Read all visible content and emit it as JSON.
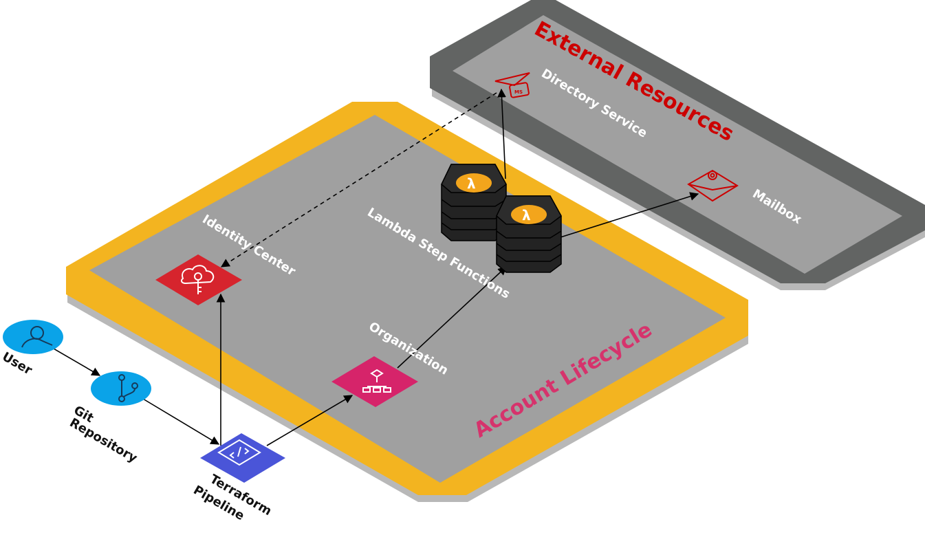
{
  "zones": {
    "external": {
      "title": "External Resources",
      "title_color": "#cc0000"
    },
    "account": {
      "title": "Account Lifecycle",
      "title_color": "#d6336c"
    }
  },
  "nodes": {
    "user": {
      "label": "User",
      "icon": "user-icon"
    },
    "git": {
      "label_1": "Git",
      "label_2": "Repository",
      "icon": "git-icon"
    },
    "pipeline": {
      "label_1": "Terraform",
      "label_2": "Pipeline",
      "icon": "code-pipeline-icon"
    },
    "identity": {
      "label": "Identity Center",
      "icon": "identity-center-icon"
    },
    "organization": {
      "label": "Organization",
      "icon": "organization-icon"
    },
    "lambda": {
      "label": "Lambda Step Functions",
      "icon": "lambda-icon"
    },
    "directory": {
      "label": "Directory Service",
      "icon": "directory-service-icon"
    },
    "mailbox": {
      "label": "Mailbox",
      "icon": "mail-icon"
    }
  },
  "colors": {
    "zone_outer_gold": "#f3b420",
    "zone_outer_dark": "#626463",
    "zone_inner": "#a0a0a0",
    "identity_red": "#d6242d",
    "organization_pink": "#d6246a",
    "pipeline_blue": "#4a55d8",
    "user_blue": "#0aa3e8",
    "lambda_orange": "#f3a51c"
  }
}
